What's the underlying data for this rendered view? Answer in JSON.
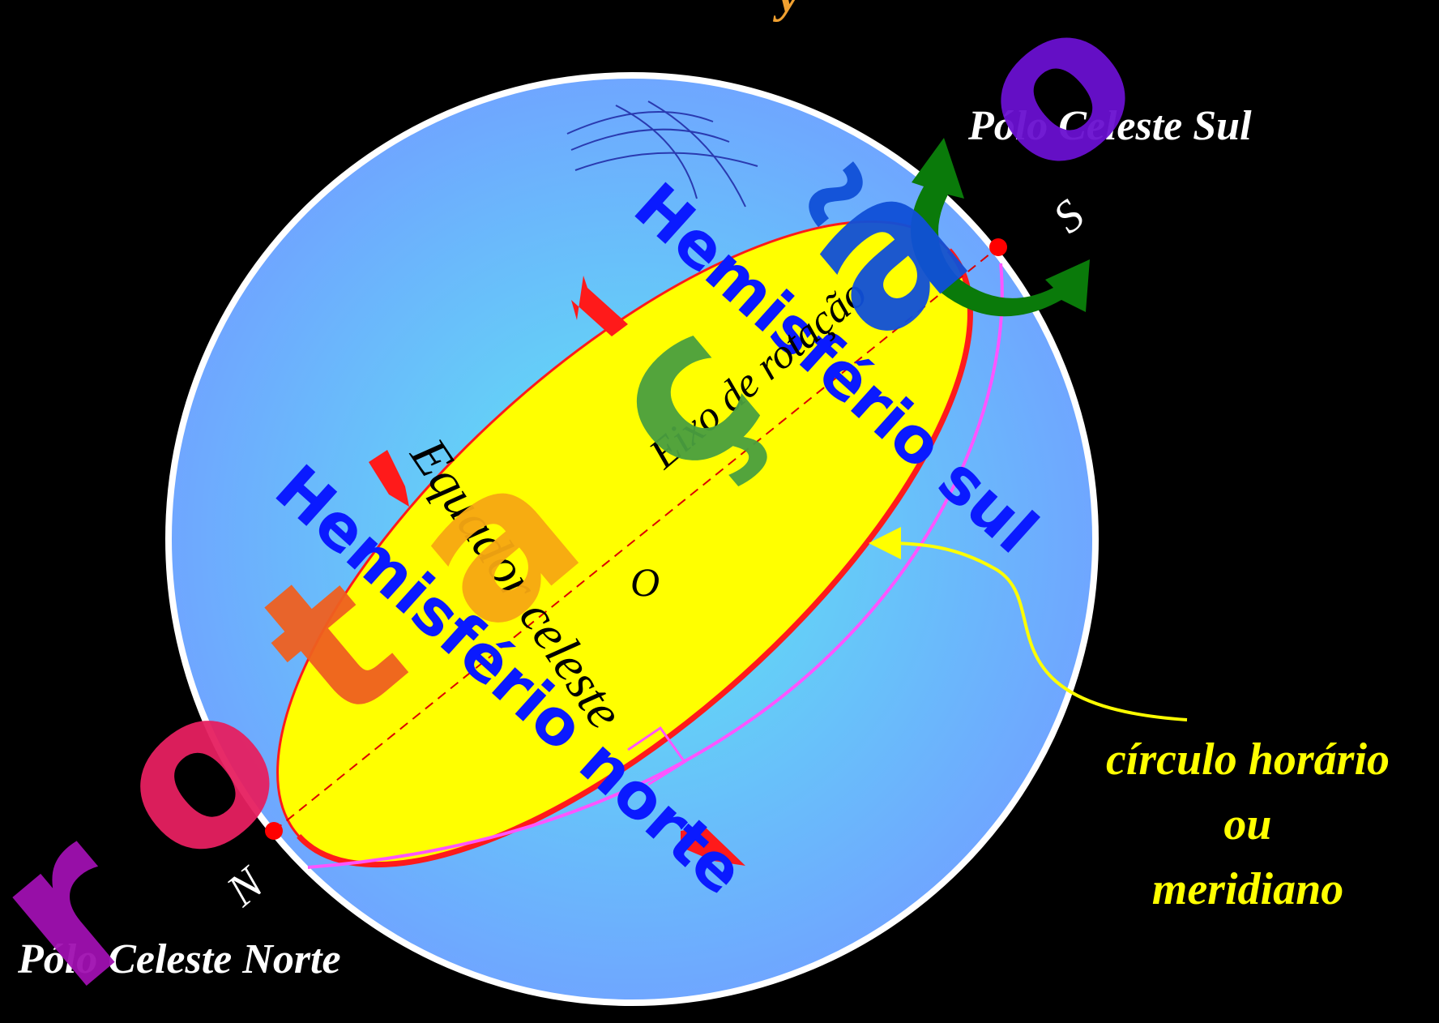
{
  "title_fragment": "y",
  "labels": {
    "south_pole": "Pólo Celeste Sul",
    "north_pole": "Pólo Celeste Norte",
    "south_letter": "S",
    "north_letter": "N",
    "south_hemisphere": "Hemisfério sul",
    "north_hemisphere": "Hemisfério norte",
    "celestial_equator": "Equador celeste",
    "rotation_axis": "Eixo de rotação",
    "center_mark": "O",
    "hour_circle_line1": "círculo horário",
    "hour_circle_line2": "ou",
    "hour_circle_line3": "meridiano"
  },
  "animated_word": {
    "text": "rotação",
    "letters": [
      "r",
      "o",
      "t",
      "a",
      "ç",
      "ã",
      "o"
    ]
  },
  "colors": {
    "background": "#000000",
    "sphere_edge": "#6fa6ff",
    "sphere_center": "#5ee8f2",
    "equator_fill": "#ffff00",
    "equator_edge": "#ff1a1a",
    "meridian": "#ff55ff",
    "hemisphere_text": "#0a1aff",
    "callout": "#ffff00",
    "rotation_arrow": "#0a7a0a"
  }
}
